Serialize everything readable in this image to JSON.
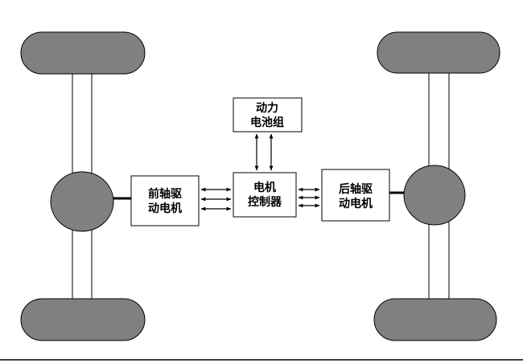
{
  "diagram": {
    "battery": {
      "line1": "动力",
      "line2": "电池组"
    },
    "controller": {
      "line1": "电机",
      "line2": "控制器"
    },
    "front_motor": {
      "line1": "前轴驱",
      "line2": "动电机"
    },
    "rear_motor": {
      "line1": "后轴驱",
      "line2": "动电机"
    }
  },
  "colors": {
    "wheel_fill": "#808080",
    "stroke": "#000000",
    "box_fill": "#ffffff",
    "bottom_rule": "#404040"
  },
  "icons": {
    "arrow": "double-headed-arrow"
  }
}
